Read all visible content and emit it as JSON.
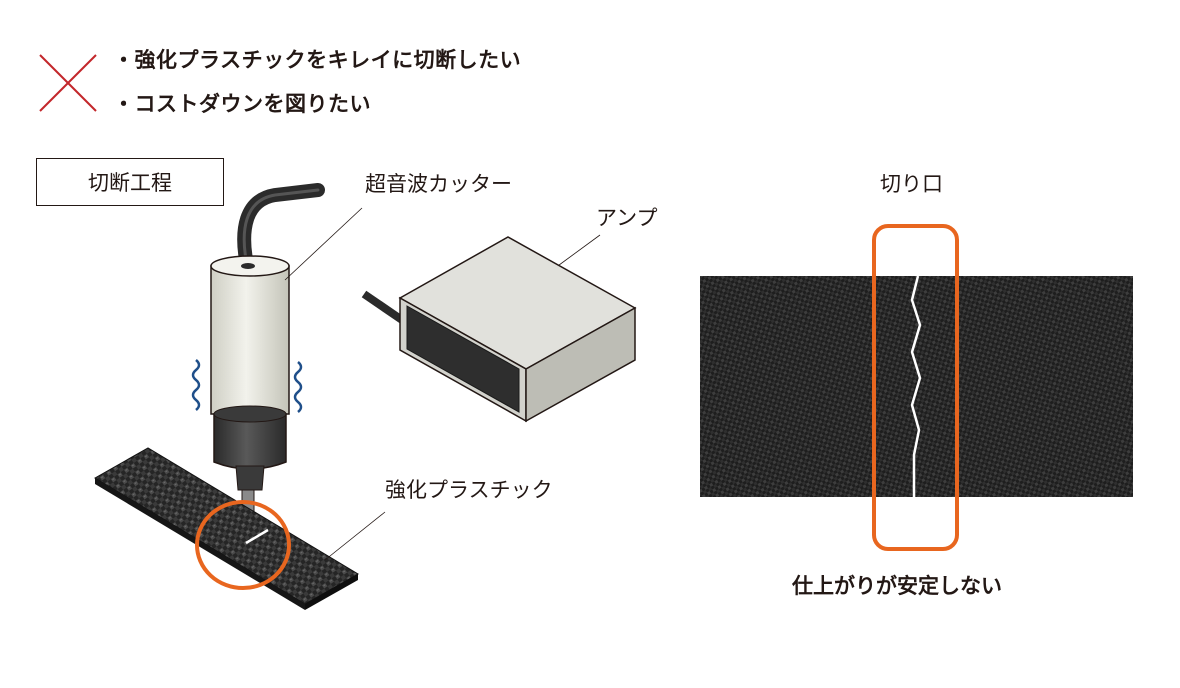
{
  "problems": {
    "items": [
      "・強化プラスチックをキレイに切断したい",
      "・コストダウンを図りたい"
    ]
  },
  "section_title": "切断工程",
  "labels": {
    "cutter": "超音波カッター",
    "amp": "アンプ",
    "material": "強化プラスチック",
    "cut_edge": "切り口"
  },
  "result_caption": "仕上がりが安定しない",
  "colors": {
    "cross_mark": "#c3272b",
    "highlight": "#e8661f",
    "vibration": "#1f4f8a",
    "carbon_dark": "#232323",
    "carbon_light": "#5a5a5a"
  }
}
